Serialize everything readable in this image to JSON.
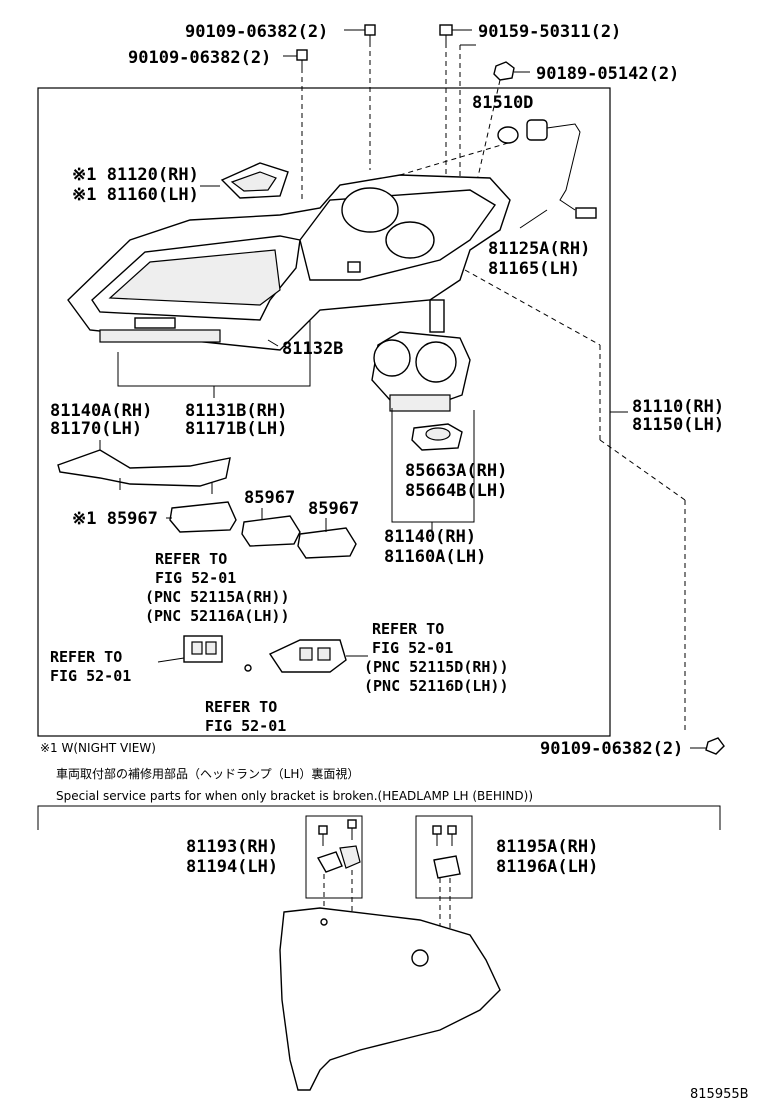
{
  "labels": {
    "p_9010906382_top": "90109-06382(2)",
    "p_9010906382_mid": "90109-06382(2)",
    "p_9015950311": "90159-50311(2)",
    "p_9018905142": "90189-05142(2)",
    "p_81510d": "81510D",
    "p_81120_rh": "※1 81120(RH)",
    "p_81160_lh": "※1 81160(LH)",
    "p_81125a_rh": "81125A(RH)",
    "p_81165_lh": "81165(LH)",
    "p_81132b": "81132B",
    "p_81110_rh": "81110(RH)",
    "p_81150_lh": "81150(LH)",
    "p_81140a_rh": "81140A(RH)",
    "p_81170_lh": "81170(LH)",
    "p_81131b_rh": "81131B(RH)",
    "p_81171b_lh": "81171B(LH)",
    "p_85663a_rh": "85663A(RH)",
    "p_85664b_lh": "85664B(LH)",
    "p_85967_a": "85967",
    "p_85967_b": "85967",
    "p_85967_c": "※1 85967",
    "p_81140_rh": "81140(RH)",
    "p_81160a_lh": "81160A(LH)",
    "p_9010906382_bottom": "90109-06382(2)",
    "p_81193_rh": "81193(RH)",
    "p_81194_lh": "81194(LH)",
    "p_81195a_rh": "81195A(RH)",
    "p_81196a_lh": "81196A(LH)"
  },
  "refers": {
    "r1_l1": "REFER TO",
    "r1_l2": "FIG 52-01",
    "r1_l3": "(PNC 52115A(RH))",
    "r1_l4": "(PNC 52116A(LH))",
    "r2_l1": "REFER TO",
    "r2_l2": "FIG 52-01",
    "r2_l3": "(PNC 52115D(RH))",
    "r2_l4": "(PNC 52116D(LH))",
    "r3_l1": "REFER TO",
    "r3_l2": "FIG 52-01",
    "r4_l1": "REFER TO",
    "r4_l2": "FIG 52-01"
  },
  "notes": {
    "footnote": "※1 W(NIGHT VIEW)",
    "jp_caption": "車両取付部の補修用部品（ヘッドランプ（LH）裏面視）",
    "en_caption": "Special service parts for when only bracket is broken.(HEADLAMP LH (BEHIND))",
    "figure_code": "815955B"
  }
}
